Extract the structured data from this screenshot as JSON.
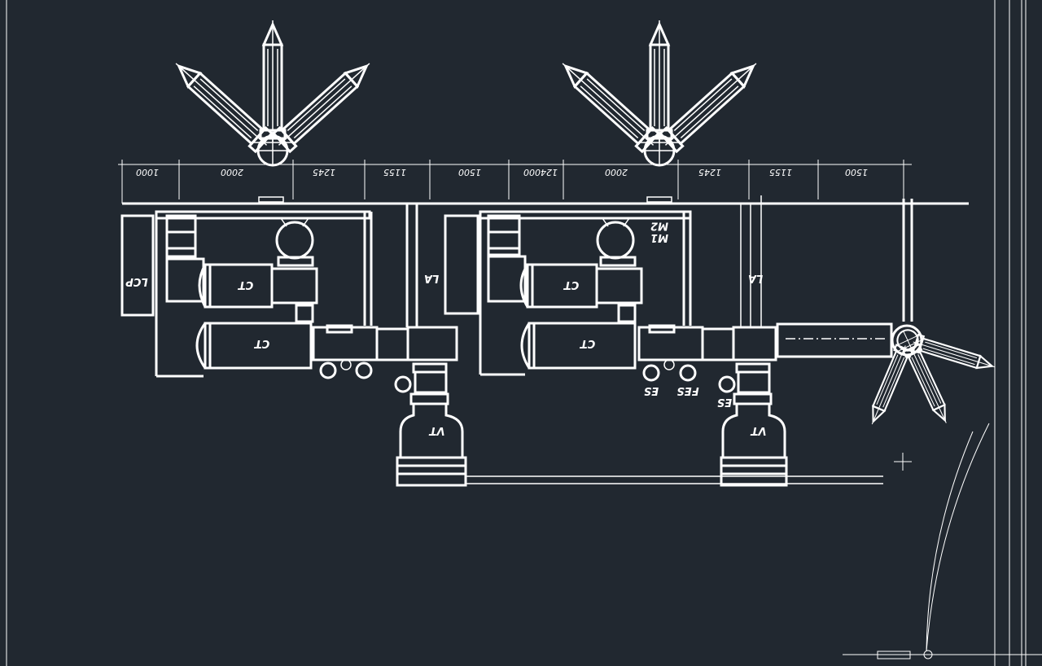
{
  "colors": {
    "background": "#212830",
    "line": "#ffffff"
  },
  "dimensions": [
    "1000",
    "2000",
    "1245",
    "1155",
    "1500",
    "124000",
    "2000",
    "1245",
    "1155",
    "1500"
  ],
  "labels": {
    "lcp": "LCP",
    "ct_upper_left": "CT",
    "ct_lower_left": "CT",
    "la_left": "LA",
    "vt_left": "VT",
    "m1m2": "M1\nM2",
    "ct_upper_right": "CT",
    "ct_lower_right": "CT",
    "la_right": "LA",
    "vt_right": "VT",
    "es_mid": "ES",
    "fes": "FES",
    "es_right": "ES"
  }
}
